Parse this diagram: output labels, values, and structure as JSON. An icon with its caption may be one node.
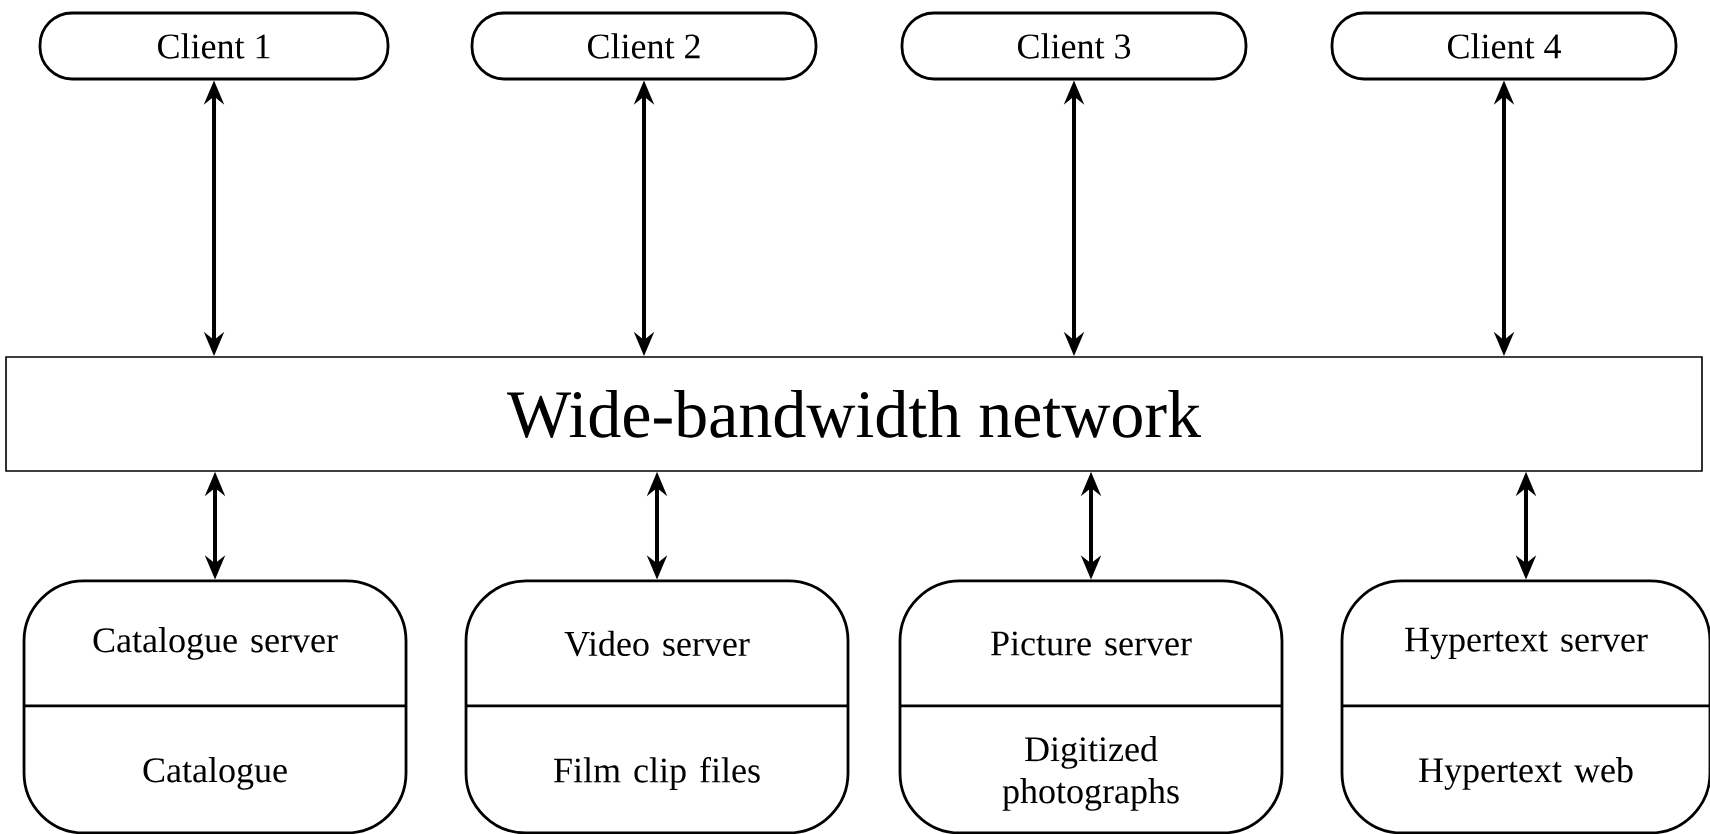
{
  "diagram": {
    "nodes": [
      {
        "text": [
          "Client 1"
        ]
      },
      {
        "text": [
          "Client 2"
        ]
      },
      {
        "text": [
          "Client 3"
        ]
      },
      {
        "text": [
          "Client 4"
        ]
      },
      {
        "text": [
          "Wide-bandwidth network"
        ]
      },
      {
        "text": [
          "Catalogue server",
          "Catalogue"
        ]
      },
      {
        "text": [
          "Video server",
          "Film clip files"
        ]
      },
      {
        "text": [
          "Picture server",
          "Digitized photographs"
        ]
      },
      {
        "text": [
          "Hypertext server",
          "Hypertext web"
        ]
      }
    ],
    "edges": [
      {
        "from": 0,
        "to": 4,
        "arrow": "both"
      },
      {
        "from": 1,
        "to": 4,
        "arrow": "both"
      },
      {
        "from": 2,
        "to": 4,
        "arrow": "both"
      },
      {
        "from": 3,
        "to": 4,
        "arrow": "both"
      },
      {
        "from": 4,
        "to": 5,
        "arrow": "both"
      },
      {
        "from": 4,
        "to": 6,
        "arrow": "both"
      },
      {
        "from": 4,
        "to": 7,
        "arrow": "both"
      },
      {
        "from": 4,
        "to": 8,
        "arrow": "both"
      }
    ]
  }
}
